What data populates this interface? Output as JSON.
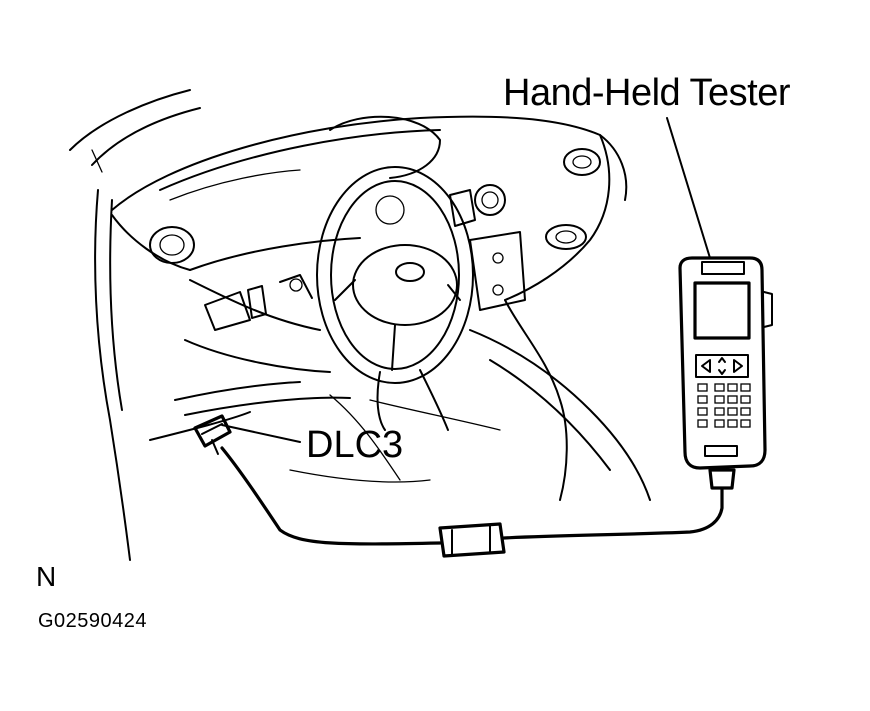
{
  "labels": {
    "tester": "Hand-Held Tester",
    "dlc3": "DLC3",
    "orientation": "N",
    "figure_code": "G02590424"
  }
}
